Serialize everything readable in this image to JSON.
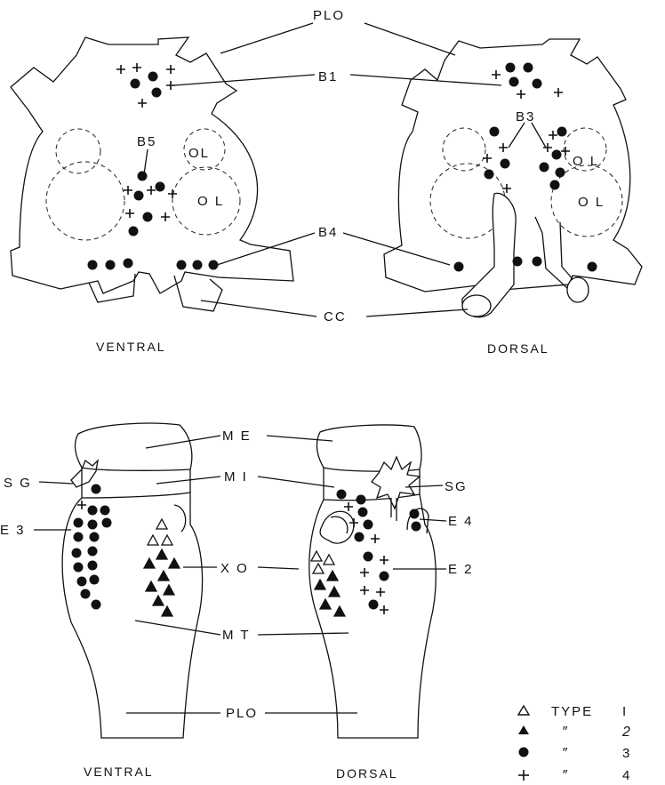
{
  "top_labels": {
    "plo": "PLO",
    "b1": "B1",
    "b3": "B3",
    "b4": "B4",
    "b5": "B5",
    "cc": "CC",
    "ol_left_small": "OL",
    "ol_left_large": "O L",
    "ol_right_small": "O L",
    "ol_right_large": "O L"
  },
  "bottom_labels": {
    "me": "M E",
    "mi": "M I",
    "sg_left": "S G",
    "sg_right": "SG",
    "e3": "E 3",
    "e4": "E 4",
    "e2": "E 2",
    "xo": "X O",
    "mt": "M T",
    "plo": "PLO"
  },
  "captions": {
    "top_ventral": "VENTRAL",
    "top_dorsal": "DORSAL",
    "bottom_ventral": "VENTRAL",
    "bottom_dorsal": "DORSAL"
  },
  "legend": [
    {
      "symbol": "open-triangle",
      "ditto": "",
      "type_word": "TYPE",
      "number": "I"
    },
    {
      "symbol": "filled-triangle",
      "ditto": "″",
      "type_word": "",
      "number": "2"
    },
    {
      "symbol": "filled-circle",
      "ditto": "″",
      "type_word": "",
      "number": "3"
    },
    {
      "symbol": "plus",
      "ditto": "″",
      "type_word": "",
      "number": "4"
    }
  ]
}
